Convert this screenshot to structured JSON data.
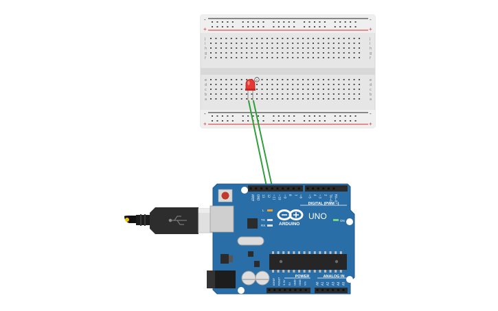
{
  "breadboard": {
    "rail_minus": "-",
    "rail_plus": "+",
    "row_letters_top": [
      "j",
      "i",
      "h",
      "g",
      "f"
    ],
    "row_letters_bottom": [
      "e",
      "d",
      "c",
      "b",
      "a"
    ],
    "column_count": 30
  },
  "arduino": {
    "brand": "ARDUINO",
    "model": "UNO",
    "digital_label": "DIGITAL (PWM ~)",
    "power_label": "POWER",
    "analog_label": "ANALOG IN",
    "on_led_label": "ON",
    "l_label": "L",
    "tx_label": "TX",
    "rx_label": "RX",
    "top_header_pins": [
      "AREF",
      "GND",
      "13",
      "12",
      "~11",
      "~10",
      "~9",
      "8",
      "7",
      "~6",
      "~5",
      "4",
      "~3",
      "2",
      "TX→1",
      "RX←0"
    ],
    "power_pins": [
      "IOREF",
      "RESET",
      "3.3V",
      "5V",
      "GND",
      "GND",
      "Vin"
    ],
    "analog_pins": [
      "A0",
      "A1",
      "A2",
      "A3",
      "A4",
      "A5"
    ]
  },
  "colors": {
    "breadboard_body": "#e6e6e6",
    "breadboard_hole": "#4a4a4a",
    "rail_red": "#d62b2b",
    "rail_black": "#222222",
    "wire": "#2f9e3a",
    "board_blue": "#2a6ea8",
    "board_dark": "#1f5688",
    "led_red": "#e53935",
    "header_black": "#2b2b2b",
    "usb_cable": "#2d2d2d"
  }
}
